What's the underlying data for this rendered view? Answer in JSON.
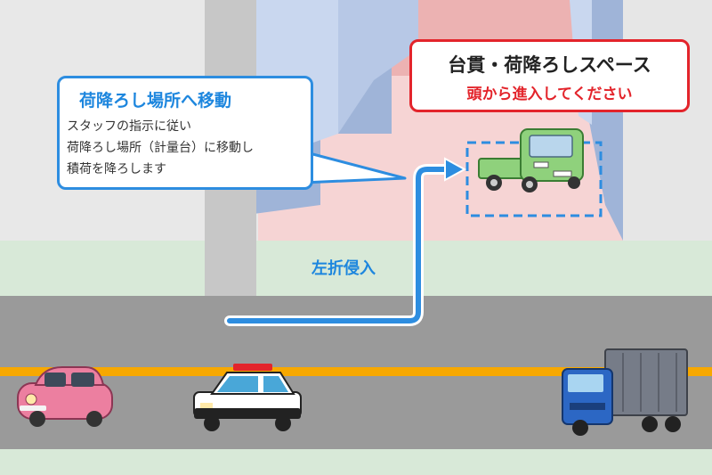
{
  "instruction_callout": {
    "title": "荷降ろし場所へ移動",
    "lines": [
      "スタッフの指示に従い",
      "荷降ろし場所（計量台）に移動し",
      "積荷を降ろします"
    ]
  },
  "space_callout": {
    "title": "台貫・荷降ろしスペース",
    "subtitle": "頭から進入してください"
  },
  "route_label": "左折侵入",
  "colors": {
    "accent_blue": "#1d86de",
    "alert_red": "#e3242b",
    "road_line": "#f7a800",
    "road": "#9a9a9a",
    "sidewalk": "#d9ead9",
    "unloading_area": "#f7d6d6"
  },
  "vehicles": [
    "pink-car",
    "police-car",
    "blue-delivery-truck",
    "green-kei-truck"
  ]
}
